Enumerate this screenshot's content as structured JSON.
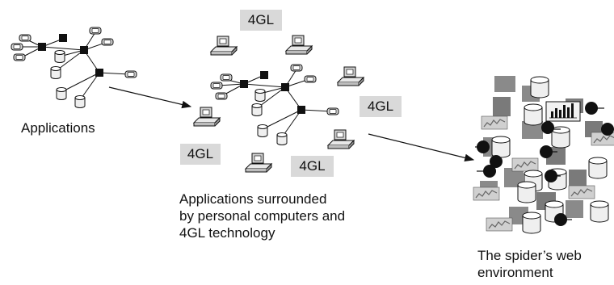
{
  "captions": {
    "stage1": "Applications",
    "stage2": [
      "Applications surrounded",
      "by personal computers and",
      "4GL technology"
    ],
    "stage3": [
      "The spider’s web",
      "environment"
    ]
  },
  "tags": [
    "4GL",
    "4GL",
    "4GL",
    "4GL"
  ],
  "colors": {
    "ink": "#111111",
    "tag_bg": "#d9d9d9",
    "tile": "#7a7a7a",
    "tile_light": "#d0d0d0"
  },
  "icons": [
    "server-node-icon",
    "database-cylinder-icon",
    "terminal-device-icon",
    "personal-computer-icon",
    "bar-chart-icon",
    "line-chart-icon",
    "spider-node-icon"
  ]
}
